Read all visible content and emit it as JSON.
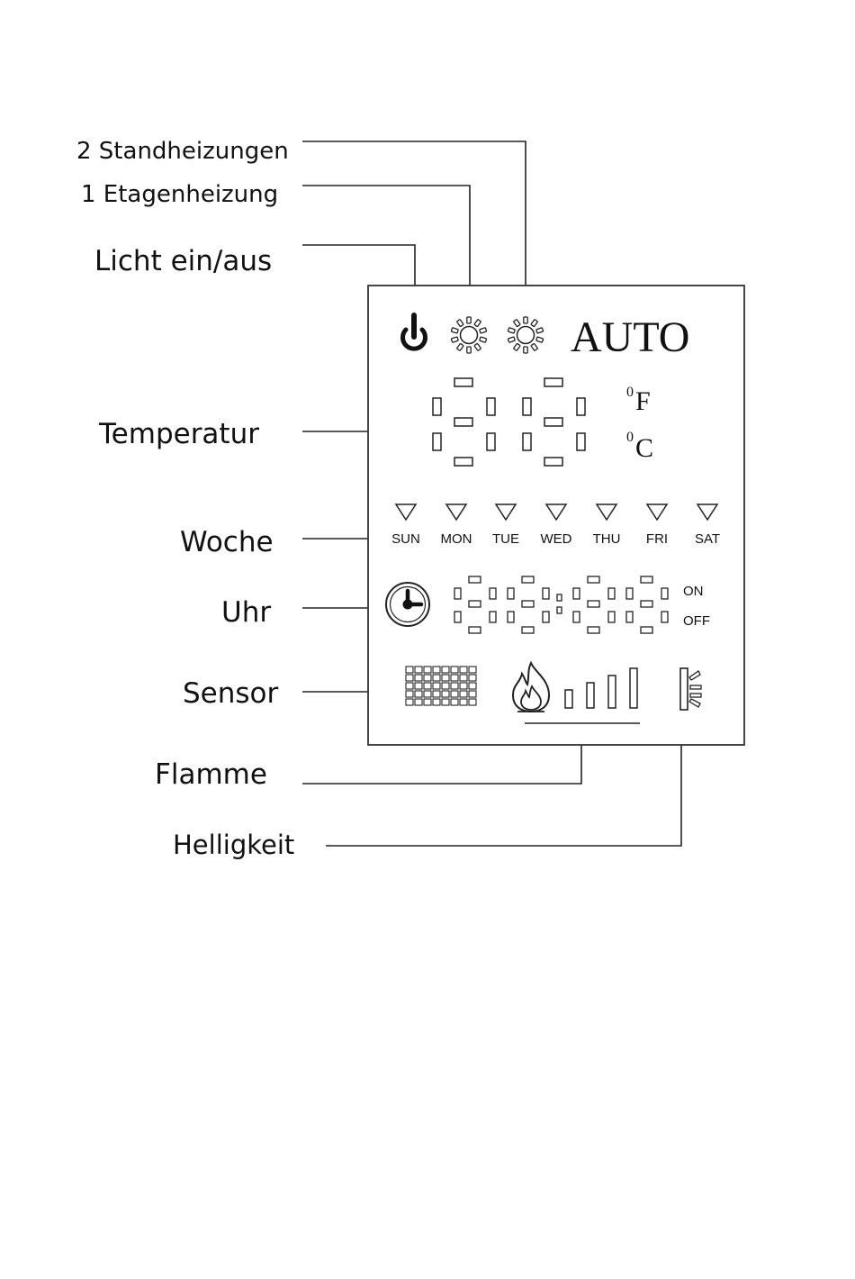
{
  "callouts": {
    "standheizungen": "2 Standheizungen",
    "etagenheizung": "1 Etagenheizung",
    "licht": "Licht ein/aus",
    "temperatur": "Temperatur",
    "woche": "Woche",
    "uhr": "Uhr",
    "sensor": "Sensor",
    "flamme": "Flamme",
    "helligkeit": "Helligkeit"
  },
  "display": {
    "mode": "AUTO",
    "unit_f": "F",
    "unit_c": "C",
    "degree_mark": "0",
    "days": [
      "SUN",
      "MON",
      "TUE",
      "WED",
      "THU",
      "FRI",
      "SAT"
    ],
    "on_label": "ON",
    "off_label": "OFF"
  },
  "icons": {
    "power": "power-icon",
    "sun": "sun-icon",
    "clock": "clock-icon",
    "grid": "sensor-grid-icon",
    "flame": "flame-icon",
    "bars": "flame-level-bars",
    "brightness": "brightness-icon"
  }
}
